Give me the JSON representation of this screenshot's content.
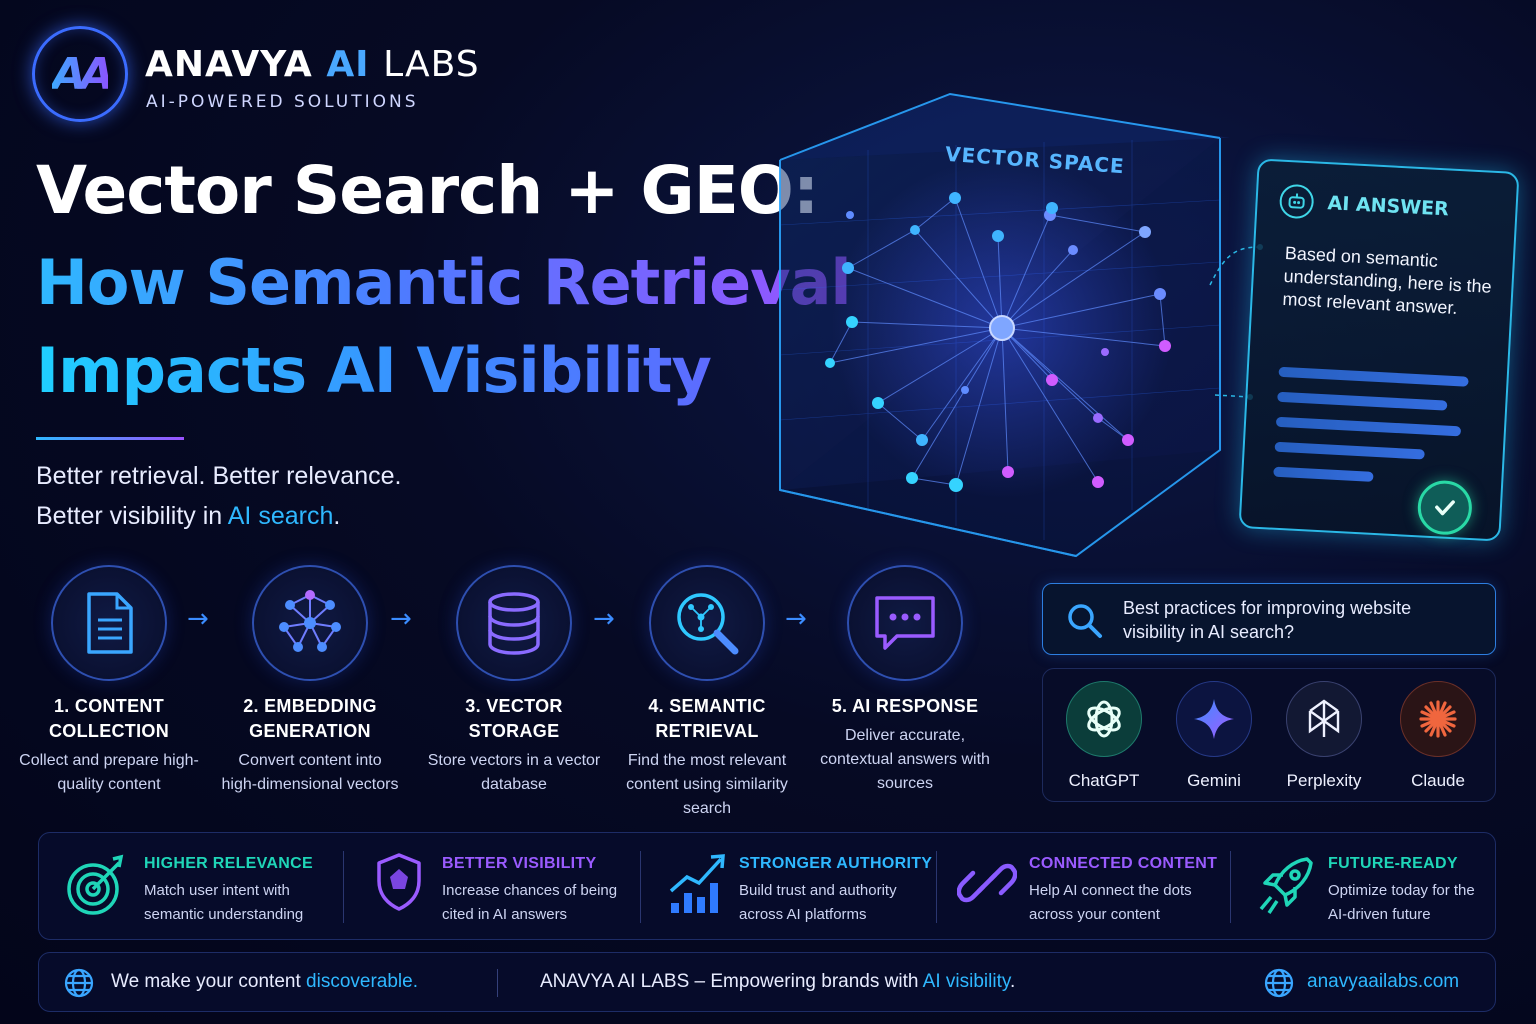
{
  "brand": {
    "name_main": "ANAVYA",
    "name_ai": "AI",
    "name_labs": "LABS",
    "tagline": "AI-POWERED SOLUTIONS",
    "logo_text": "AA"
  },
  "headline": {
    "line1": "Vector Search + GEO:",
    "line2": "How Semantic Retrieval",
    "line3": "Impacts AI Visibility"
  },
  "subheadline": {
    "line1": "Better retrieval. Better relevance.",
    "line2_prefix": "Better visibility in ",
    "line2_highlight": "AI search",
    "line2_suffix": "."
  },
  "vector_space": {
    "label": "VECTOR SPACE"
  },
  "ai_answer": {
    "title": "AI ANSWER",
    "text": "Based on semantic understanding, here is the most relevant answer.",
    "icon": "robot-icon",
    "check_icon": "check-icon"
  },
  "steps": [
    {
      "title": "1. CONTENT COLLECTION",
      "desc": "Collect and prepare high-quality content",
      "icon": "document-icon"
    },
    {
      "title": "2. EMBEDDING GENERATION",
      "desc": "Convert content into high-dimensional vectors",
      "icon": "network-icon"
    },
    {
      "title": "3. VECTOR STORAGE",
      "desc": "Store vectors in a vector database",
      "icon": "database-icon"
    },
    {
      "title": "4. SEMANTIC RETRIEVAL",
      "desc": "Find the most relevant content using similarity search",
      "icon": "search-network-icon"
    },
    {
      "title": "5. AI RESPONSE",
      "desc": "Deliver accurate, contextual answers with sources",
      "icon": "chat-icon"
    }
  ],
  "search": {
    "query": "Best practices for improving website visibility in AI search?",
    "icon": "search-icon"
  },
  "platforms": [
    {
      "name": "ChatGPT",
      "icon": "chatgpt-icon"
    },
    {
      "name": "Gemini",
      "icon": "gemini-icon"
    },
    {
      "name": "Perplexity",
      "icon": "perplexity-icon"
    },
    {
      "name": "Claude",
      "icon": "claude-icon"
    }
  ],
  "benefits": [
    {
      "title": "HIGHER RELEVANCE",
      "desc1": "Match user intent with",
      "desc2": "semantic understanding",
      "color": "#1fd6b8",
      "icon": "target-icon"
    },
    {
      "title": "BETTER VISIBILITY",
      "desc1": "Increase chances of being",
      "desc2": "cited in AI answers",
      "color": "#9a5bff",
      "icon": "shield-icon"
    },
    {
      "title": "STRONGER AUTHORITY",
      "desc1": "Build trust and authority",
      "desc2": "across AI platforms",
      "color": "#2fb8ff",
      "icon": "growth-chart-icon"
    },
    {
      "title": "CONNECTED CONTENT",
      "desc1": "Help AI connect the dots",
      "desc2": "across your content",
      "color": "#9a5bff",
      "icon": "link-icon"
    },
    {
      "title": "FUTURE-READY",
      "desc1": "Optimize today for the",
      "desc2": "AI-driven future",
      "color": "#1fd6b8",
      "icon": "rocket-icon"
    }
  ],
  "footer": {
    "left_prefix": "We make your content ",
    "left_highlight": "discoverable.",
    "center_prefix": "ANAVYA AI LABS – Empowering brands with ",
    "center_highlight": "AI visibility",
    "center_suffix": ".",
    "website": "anavyaailabs.com",
    "globe_icon": "globe-icon"
  }
}
